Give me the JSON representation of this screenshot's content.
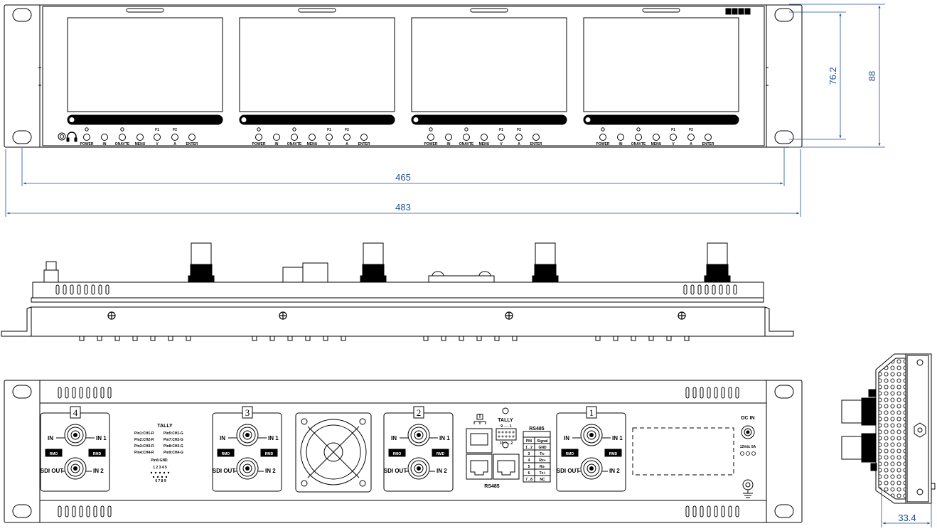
{
  "dimensions": {
    "screen_height": "76.2",
    "total_height": "88",
    "hole_spacing": "465",
    "total_width": "483",
    "depth": "33.4"
  },
  "front": {
    "buttons": [
      "POWER",
      "IN",
      "ONAVTE",
      "MENU",
      "V",
      "A",
      "ENTER"
    ],
    "fn_labels": [
      "F1",
      "F2"
    ]
  },
  "rear": {
    "modules": [
      {
        "num": "4",
        "in": "IN",
        "in1": "IN 1",
        "in2": "IN 2",
        "sdi_out": "SDI OUT",
        "rmo": "RMO",
        "rmd": "RMD"
      },
      {
        "num": "3",
        "in": "IN",
        "in1": "IN 1",
        "in2": "IN 2",
        "sdi_out": "SDI OUT",
        "rmo": "RMO",
        "rmd": "RMD"
      },
      {
        "num": "2",
        "in": "IN",
        "in1": "IN 1",
        "in2": "IN 2",
        "sdi_out": "SDI OUT",
        "rmo": "RMO",
        "rmd": "RMD"
      },
      {
        "num": "1",
        "in": "IN",
        "in1": "IN 1",
        "in2": "IN 2",
        "sdi_out": "SDI OUT",
        "rmo": "RMO",
        "rmd": "RMD"
      }
    ],
    "tally_title": "TALLY",
    "tally_pins": [
      [
        "Pin1:CH1-R",
        "Pin5:CH1-G"
      ],
      [
        "Pin2:CH2-R",
        "Pin7:CH2-G"
      ],
      [
        "Pin3:CH3-R",
        "Pin8:CH3-G"
      ],
      [
        "Pin4:CH4-R",
        "Pin9:CH4-G"
      ]
    ],
    "tally_gnd": "Pin6:GND",
    "tally_row1": "1 2 3 4 5",
    "tally_row2": "6 7 8 9",
    "tally_label": "TALLY",
    "tally_conn_top": "9 ── 1",
    "tally_conn_bot": "10 ── 2",
    "rs485_label": "RS485",
    "rs485_table": {
      "title": "RS485",
      "head": [
        "PIN",
        "Signal"
      ],
      "rows": [
        [
          "1 , 2",
          "GND"
        ],
        [
          "3",
          "Tx-"
        ],
        [
          "4",
          "Rx+"
        ],
        [
          "5",
          "Rx-"
        ],
        [
          "6",
          "Tx+"
        ],
        [
          "7 , 8",
          "NC"
        ]
      ]
    },
    "dc_in": "DC IN",
    "dc_rating": "12Vdc 5A"
  }
}
